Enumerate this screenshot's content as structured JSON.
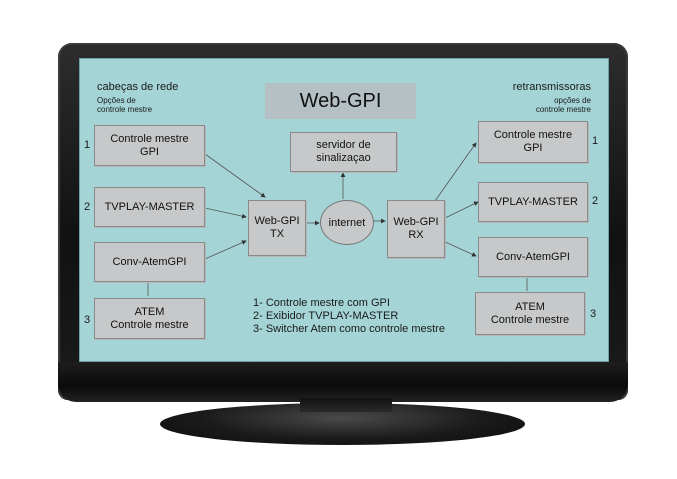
{
  "diagram": {
    "title": "Web-GPI",
    "left_header": {
      "title": "cabeças de rede",
      "sub1": "Opções de",
      "sub2": "controle mestre"
    },
    "right_header": {
      "title": "retransmissoras",
      "sub1": "opções de",
      "sub2": "controle mestre"
    },
    "left_nodes": [
      {
        "line1": "Controle mestre",
        "line2": "GPI",
        "number": "1"
      },
      {
        "line1": "TVPLAY-MASTER",
        "number": "2"
      },
      {
        "line1": "Conv-AtemGPI"
      },
      {
        "line1": "ATEM",
        "line2": "Controle mestre",
        "number": "3"
      }
    ],
    "right_nodes": [
      {
        "line1": "Controle mestre",
        "line2": "GPI",
        "number": "1"
      },
      {
        "line1": "TVPLAY-MASTER",
        "number": "2"
      },
      {
        "line1": "Conv-AtemGPI"
      },
      {
        "line1": "ATEM",
        "line2": "Controle mestre",
        "number": "3"
      }
    ],
    "tx": {
      "line1": "Web-GPI",
      "line2": "TX"
    },
    "rx": {
      "line1": "Web-GPI",
      "line2": "RX"
    },
    "server": {
      "line1": "servidor de",
      "line2": "sinalizaçao"
    },
    "internet": "internet",
    "legend": [
      "1- Controle mestre com GPI",
      "2- Exibidor TVPLAY-MASTER",
      "3- Switcher Atem como controle mestre"
    ]
  }
}
